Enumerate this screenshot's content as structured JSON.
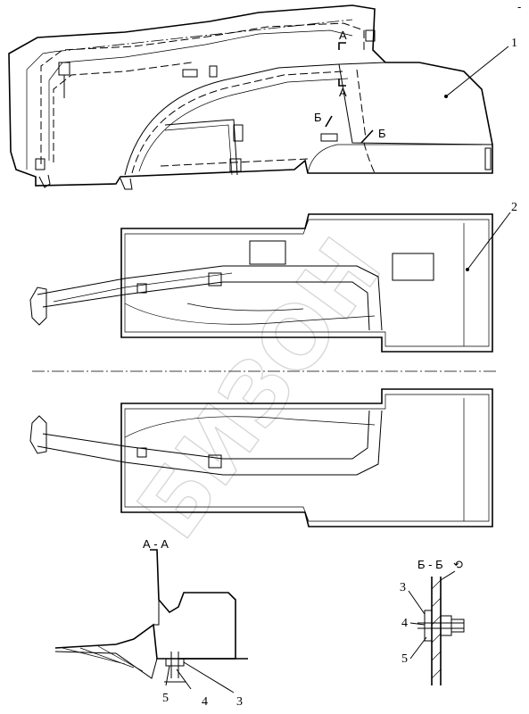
{
  "watermark": "БИЗОН",
  "views": {
    "side": {
      "callout": "1"
    },
    "top": {
      "callout": "2"
    }
  },
  "section_marks": {
    "a_top": "А",
    "a_bottom": "А",
    "b_left": "Б",
    "b_right": "Б"
  },
  "section_aa": {
    "title": "А - А",
    "callouts": [
      "5",
      "4",
      "3"
    ]
  },
  "section_bb": {
    "title": "Б - Б",
    "rotate_symbol": "⟲",
    "callouts": [
      "3",
      "4",
      "5"
    ]
  },
  "corner_mark": "-"
}
